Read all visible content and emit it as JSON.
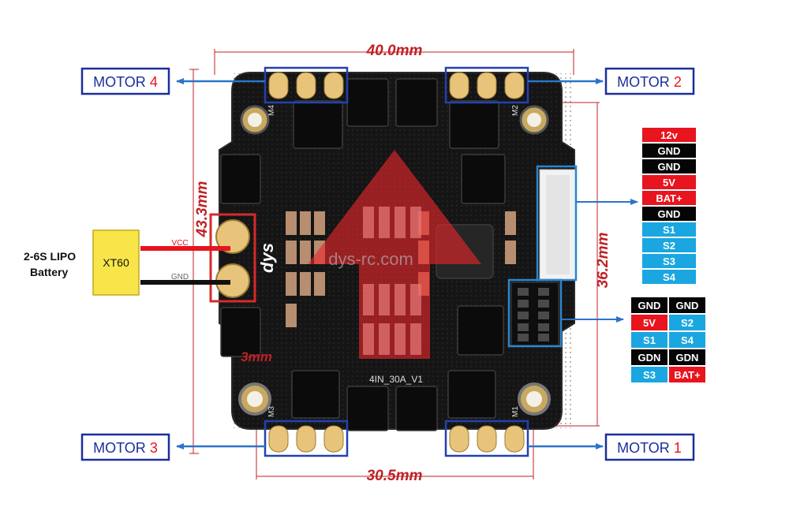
{
  "colors": {
    "pcb": "#151515",
    "pad": "#e8c47a",
    "motor_label": "#1a2e9e",
    "callout": "#2b74c9",
    "dimension": "#c02025",
    "pin_red": "#e8141e",
    "pin_black": "#050505",
    "pin_blue": "#1aa6e0",
    "connector_yellow": "#f7e54a"
  },
  "dimensions": {
    "width": "40.0mm",
    "height": "43.3mm",
    "mount_x": "30.5mm",
    "mount_y": "36.2mm",
    "hole": "3mm"
  },
  "motors": [
    {
      "word": "MOTOR",
      "num": "4"
    },
    {
      "word": "MOTOR",
      "num": "2"
    },
    {
      "word": "MOTOR",
      "num": "3"
    },
    {
      "word": "MOTOR",
      "num": "1"
    }
  ],
  "battery": {
    "label_line1": "2-6S LIPO",
    "label_line2": "Battery",
    "connector": "XT60",
    "vcc": "VCC",
    "gnd": "GND"
  },
  "board": {
    "silkscreen": "4IN_30A_V1",
    "brand": "dys",
    "watermark": "dys-rc.com",
    "pad_labels": [
      "M4",
      "M2",
      "M3",
      "M1"
    ]
  },
  "connector_pins": [
    {
      "label": "12v",
      "color": "red"
    },
    {
      "label": "GND",
      "color": "black"
    },
    {
      "label": "GND",
      "color": "black"
    },
    {
      "label": "5V",
      "color": "red"
    },
    {
      "label": "BAT+",
      "color": "red"
    },
    {
      "label": "GND",
      "color": "black"
    },
    {
      "label": "S1",
      "color": "blue"
    },
    {
      "label": "S2",
      "color": "blue"
    },
    {
      "label": "S3",
      "color": "blue"
    },
    {
      "label": "S4",
      "color": "blue"
    }
  ],
  "header_pins": [
    [
      {
        "label": "GND",
        "color": "black"
      },
      {
        "label": "GND",
        "color": "black"
      }
    ],
    [
      {
        "label": "5V",
        "color": "red"
      },
      {
        "label": "S2",
        "color": "blue"
      }
    ],
    [
      {
        "label": "S1",
        "color": "blue"
      },
      {
        "label": "S4",
        "color": "blue"
      }
    ],
    [
      {
        "label": "GDN",
        "color": "black"
      },
      {
        "label": "GDN",
        "color": "black"
      }
    ],
    [
      {
        "label": "S3",
        "color": "blue"
      },
      {
        "label": "BAT+",
        "color": "red"
      }
    ]
  ]
}
